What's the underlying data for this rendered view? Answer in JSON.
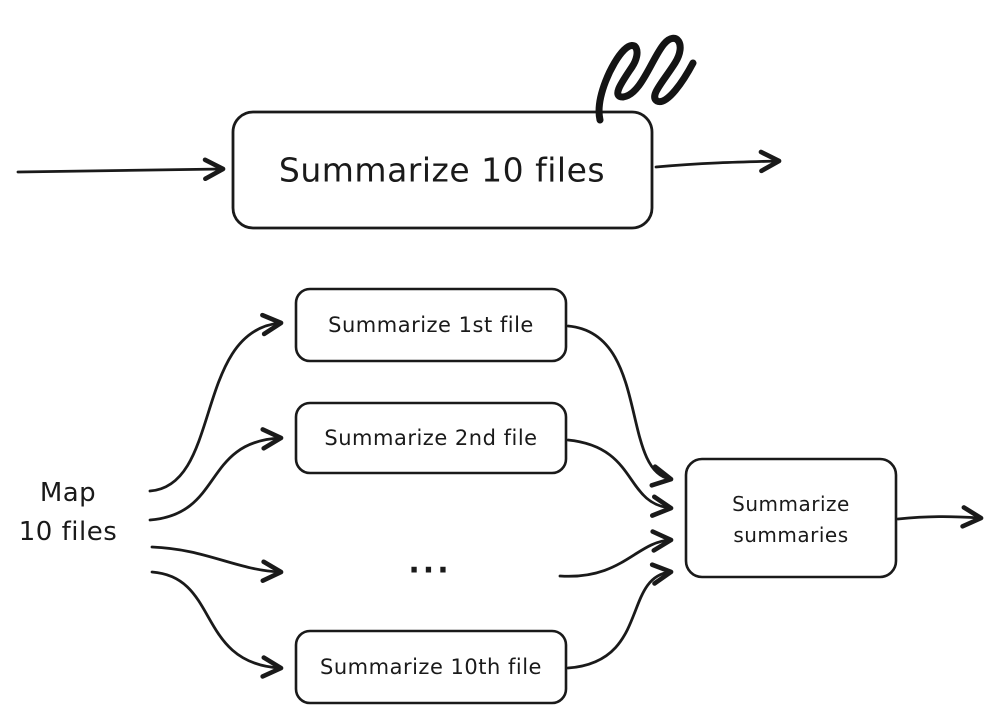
{
  "diagram": {
    "top_box_label": "Summarize 10 files",
    "map_label": {
      "line1": "Map",
      "line2": "10 files"
    },
    "branch_boxes": {
      "first": "Summarize 1st file",
      "second": "Summarize 2nd file",
      "ellipsis": "...",
      "tenth": "Summarize 10th file"
    },
    "merge_box": {
      "line1": "Summarize",
      "line2": "summaries"
    },
    "colors": {
      "ink": "#1a1a1a",
      "background": "#ffffff"
    }
  }
}
